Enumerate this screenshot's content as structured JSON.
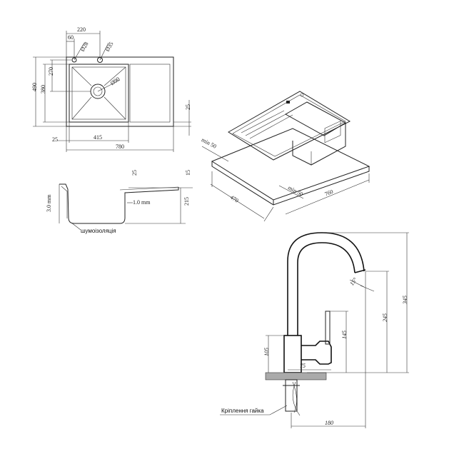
{
  "top_view": {
    "dim_220": "220",
    "dim_60": "60",
    "dim_d28": "Ø28",
    "dim_d35": "Ø35",
    "dim_490": "490",
    "dim_270": "270",
    "dim_380": "380",
    "dim_d90": "Ø90",
    "dim_25_right": "25",
    "dim_25_left": "25",
    "dim_415": "415",
    "dim_780": "780"
  },
  "iso_view": {
    "dim_min50_top": "min 50",
    "dim_min50_bottom": "min 50",
    "dim_470": "470",
    "dim_760": "760"
  },
  "section_view": {
    "dim_25": "25",
    "dim_15": "15",
    "dim_3mm": "3.0 mm",
    "dim_1mm": "1.0 mm",
    "dim_215": "215",
    "label_insulation": "шумоізоляція"
  },
  "faucet_view": {
    "dim_345": "345",
    "dim_245": "245",
    "dim_145": "145",
    "dim_105": "105",
    "dim_75": "75",
    "dim_15deg": "15°",
    "dim_180": "180",
    "label_nut": "Кріплення гайка"
  }
}
